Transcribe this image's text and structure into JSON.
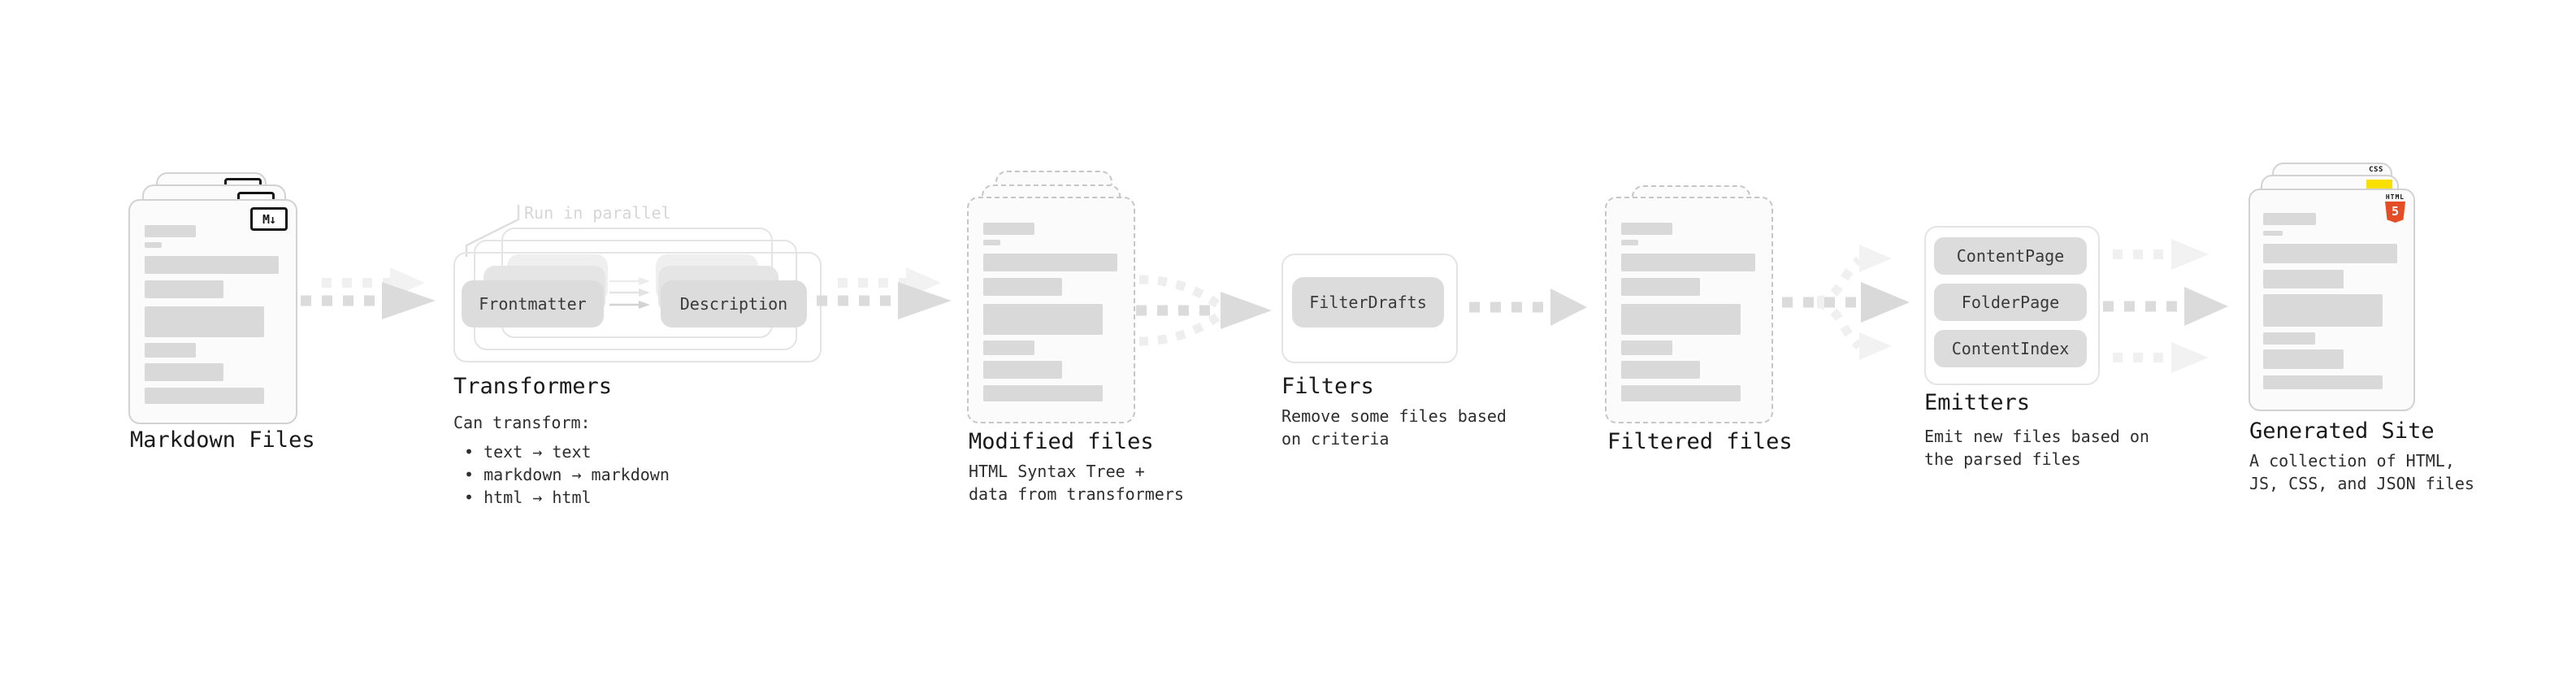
{
  "stages": {
    "markdown_files": {
      "title": "Markdown Files",
      "badge": "M↓"
    },
    "transformers": {
      "title": "Transformers",
      "annotation": "Run in parallel",
      "pills": [
        "Frontmatter",
        "Description"
      ],
      "description": [
        "Can transform:",
        "• text → text",
        "• markdown → markdown",
        "• html → html"
      ]
    },
    "modified_files": {
      "title": "Modified files",
      "description": [
        "HTML Syntax Tree +",
        "data from transformers"
      ]
    },
    "filters": {
      "title": "Filters",
      "pill": "FilterDrafts",
      "description": [
        "Remove some files based",
        "on criteria"
      ]
    },
    "filtered_files": {
      "title": "Filtered files"
    },
    "emitters": {
      "title": "Emitters",
      "pills": [
        "ContentPage",
        "FolderPage",
        "ContentIndex"
      ],
      "description": [
        "Emit new files based on",
        "the parsed files"
      ]
    },
    "generated_site": {
      "title": "Generated Site",
      "description": [
        "A collection of HTML,",
        "JS, CSS, and JSON files"
      ],
      "badges": {
        "html_label": "HTML",
        "html_number": "5",
        "css_label": "CSS"
      }
    }
  },
  "colors": {
    "background": "#ffffff",
    "card_fill": "#fbfbfb",
    "card_border": "#d2d2d2",
    "dashed_border": "#c6c6c6",
    "text_bar_fill": "#d9d9d9",
    "pill_fill": "#dcdcdc",
    "pill_text": "#3a3a3a",
    "outline_box_border": "#e4e4e4",
    "arrow": "#dbdbdb",
    "arrow_faded": "#f0f0f0",
    "annotation_text": "#d6d6d6",
    "title_text": "#191919",
    "body_text": "#2e2e2e",
    "html5_orange": "#e44d26",
    "js_yellow": "#f9e000",
    "css_blue": "#2f6be4",
    "md_badge_ink": "#141414"
  }
}
